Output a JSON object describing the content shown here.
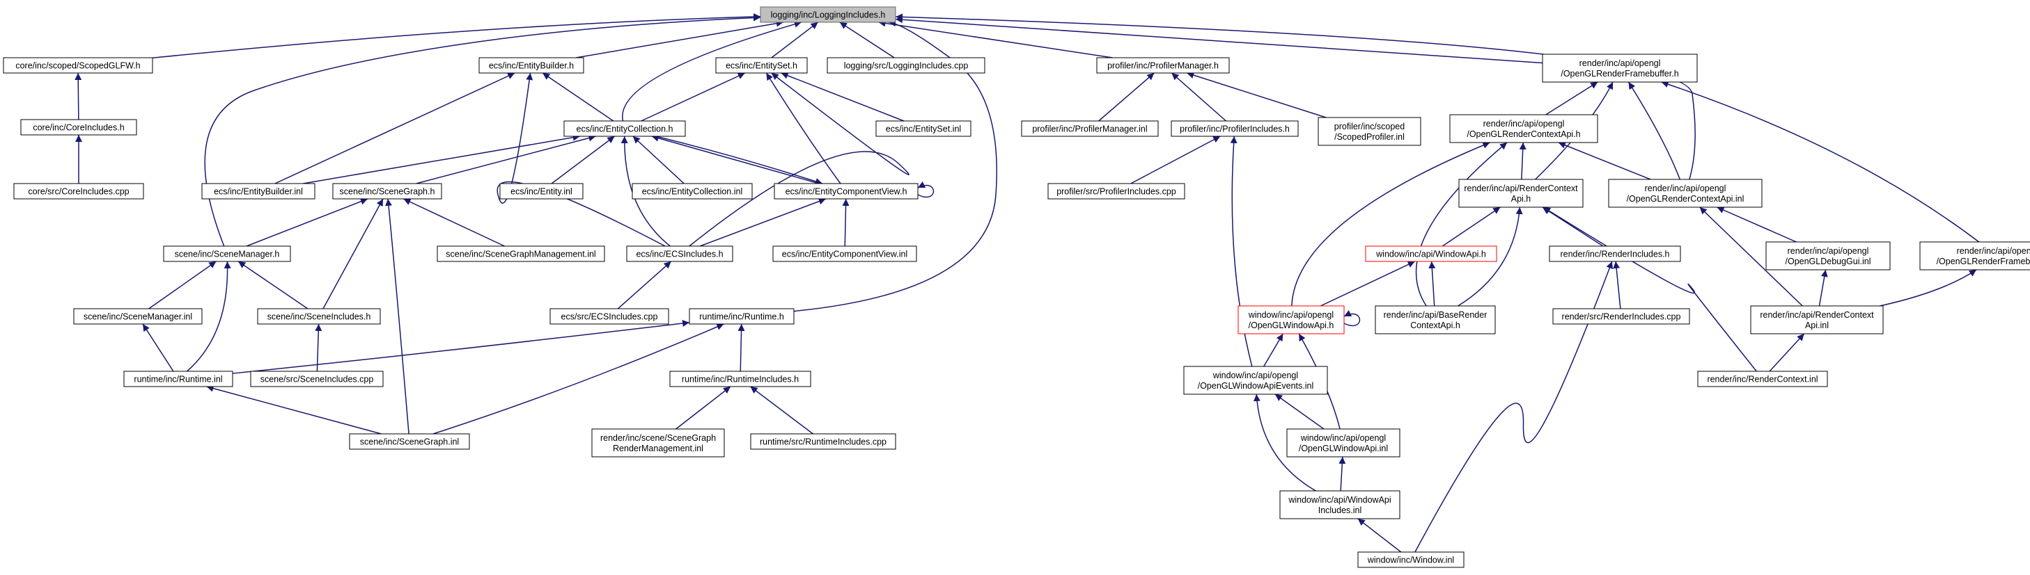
{
  "colors": {
    "edge": "#191970",
    "root_fill": "#bfbfbf",
    "highlight_border": "#ff0000",
    "node_border": "#000000"
  },
  "nodes": [
    {
      "id": "root",
      "lines": [
        "logging/inc/LoggingIncludes.h"
      ],
      "style": "root"
    },
    {
      "id": "scopedglfw",
      "lines": [
        "core/inc/scoped/ScopedGLFW.h"
      ]
    },
    {
      "id": "coreincludes",
      "lines": [
        "core/inc/CoreIncludes.h"
      ]
    },
    {
      "id": "corecpp",
      "lines": [
        "core/src/CoreIncludes.cpp"
      ]
    },
    {
      "id": "entitybuilder_h",
      "lines": [
        "ecs/inc/EntityBuilder.h"
      ]
    },
    {
      "id": "entityset_h",
      "lines": [
        "ecs/inc/EntitySet.h"
      ]
    },
    {
      "id": "loggingcpp",
      "lines": [
        "logging/src/LoggingIncludes.cpp"
      ]
    },
    {
      "id": "profilermanager_h",
      "lines": [
        "profiler/inc/ProfilerManager.h"
      ]
    },
    {
      "id": "framebuffer_h",
      "lines": [
        "render/inc/api/opengl",
        "/OpenGLRenderFramebuffer.h"
      ]
    },
    {
      "id": "entitycollection_h",
      "lines": [
        "ecs/inc/EntityCollection.h"
      ]
    },
    {
      "id": "entityset_inl",
      "lines": [
        "ecs/inc/EntitySet.inl"
      ]
    },
    {
      "id": "profilermanager_inl",
      "lines": [
        "profiler/inc/ProfilerManager.inl"
      ]
    },
    {
      "id": "profilerincludes_h",
      "lines": [
        "profiler/inc/ProfilerIncludes.h"
      ]
    },
    {
      "id": "scopedprofiler",
      "lines": [
        "profiler/inc/scoped",
        "/ScopedProfiler.inl"
      ]
    },
    {
      "id": "glrenderctx_h",
      "lines": [
        "render/inc/api/opengl",
        "/OpenGLRenderContextApi.h"
      ]
    },
    {
      "id": "entitybuilder_inl",
      "lines": [
        "ecs/inc/EntityBuilder.inl"
      ]
    },
    {
      "id": "scenegraph_h",
      "lines": [
        "scene/inc/SceneGraph.h"
      ]
    },
    {
      "id": "entity_inl",
      "lines": [
        "ecs/inc/Entity.inl"
      ]
    },
    {
      "id": "entitycollection_inl",
      "lines": [
        "ecs/inc/EntityCollection.inl"
      ]
    },
    {
      "id": "entitycomponentview_h",
      "lines": [
        "ecs/inc/EntityComponentView.h"
      ]
    },
    {
      "id": "profilerincludes_cpp",
      "lines": [
        "profiler/src/ProfilerIncludes.cpp"
      ]
    },
    {
      "id": "renderctxapi_h",
      "lines": [
        "render/inc/api/RenderContext",
        "Api.h"
      ]
    },
    {
      "id": "glrenderctx_inl",
      "lines": [
        "render/inc/api/opengl",
        "/OpenGLRenderContextApi.inl"
      ]
    },
    {
      "id": "scenemanager_h",
      "lines": [
        "scene/inc/SceneManager.h"
      ]
    },
    {
      "id": "scenegraphmgmt_inl",
      "lines": [
        "scene/inc/SceneGraphManagement.inl"
      ]
    },
    {
      "id": "ecsincludes_h",
      "lines": [
        "ecs/inc/ECSIncludes.h"
      ]
    },
    {
      "id": "entitycomponentview_inl",
      "lines": [
        "ecs/inc/EntityComponentView.inl"
      ]
    },
    {
      "id": "windowapi_h",
      "lines": [
        "window/inc/api/WindowApi.h"
      ],
      "style": "red"
    },
    {
      "id": "renderincludes_h",
      "lines": [
        "render/inc/RenderIncludes.h"
      ]
    },
    {
      "id": "gldebuggui_inl",
      "lines": [
        "render/inc/api/opengl",
        "/OpenGLDebugGui.inl"
      ]
    },
    {
      "id": "framebuffer_inl",
      "lines": [
        "render/inc/api/opengl",
        "/OpenGLRenderFramebuffer.inl"
      ]
    },
    {
      "id": "scenemanager_inl",
      "lines": [
        "scene/inc/SceneManager.inl"
      ]
    },
    {
      "id": "sceneincludes_h",
      "lines": [
        "scene/inc/SceneIncludes.h"
      ]
    },
    {
      "id": "ecscpp",
      "lines": [
        "ecs/src/ECSIncludes.cpp"
      ]
    },
    {
      "id": "runtime_h",
      "lines": [
        "runtime/inc/Runtime.h"
      ]
    },
    {
      "id": "glwindowapi_h",
      "lines": [
        "window/inc/api/opengl",
        "/OpenGLWindowApi.h"
      ],
      "style": "red"
    },
    {
      "id": "baserenderctx_h",
      "lines": [
        "render/inc/api/BaseRender",
        "ContextApi.h"
      ]
    },
    {
      "id": "renderincludes_cpp",
      "lines": [
        "render/src/RenderIncludes.cpp"
      ]
    },
    {
      "id": "renderctxapi_inl",
      "lines": [
        "render/inc/api/RenderContext",
        "Api.inl"
      ]
    },
    {
      "id": "runtime_inl",
      "lines": [
        "runtime/inc/Runtime.inl"
      ]
    },
    {
      "id": "sceneincludes_cpp",
      "lines": [
        "scene/src/SceneIncludes.cpp"
      ]
    },
    {
      "id": "runtimeincludes_h",
      "lines": [
        "runtime/inc/RuntimeIncludes.h"
      ]
    },
    {
      "id": "glwindowapievents_inl",
      "lines": [
        "window/inc/api/opengl",
        "/OpenGLWindowApiEvents.inl"
      ]
    },
    {
      "id": "renderctx_inl",
      "lines": [
        "render/inc/RenderContext.inl"
      ]
    },
    {
      "id": "scenegraph_inl",
      "lines": [
        "scene/inc/SceneGraph.inl"
      ]
    },
    {
      "id": "scenegraphrender_inl",
      "lines": [
        "render/inc/scene/SceneGraph",
        "RenderManagement.inl"
      ]
    },
    {
      "id": "runtimeincludes_cpp",
      "lines": [
        "runtime/src/RuntimeIncludes.cpp"
      ]
    },
    {
      "id": "glwindowapi_inl",
      "lines": [
        "window/inc/api/opengl",
        "/OpenGLWindowApi.inl"
      ]
    },
    {
      "id": "windowapiincludes_inl",
      "lines": [
        "window/inc/api/WindowApi",
        "Includes.inl"
      ]
    },
    {
      "id": "window_inl",
      "lines": [
        "window/inc/Window.inl"
      ]
    }
  ],
  "edges": [
    [
      "scopedglfw",
      "root"
    ],
    [
      "entitybuilder_h",
      "root"
    ],
    [
      "entityset_h",
      "root"
    ],
    [
      "loggingcpp",
      "root"
    ],
    [
      "profilermanager_h",
      "root"
    ],
    [
      "framebuffer_h",
      "root"
    ],
    [
      "entitycollection_h",
      "root"
    ],
    [
      "scenemanager_h",
      "root"
    ],
    [
      "runtime_h",
      "root"
    ],
    [
      "glrenderctx_inl",
      "root"
    ],
    [
      "coreincludes",
      "scopedglfw"
    ],
    [
      "corecpp",
      "coreincludes"
    ],
    [
      "entitycollection_h",
      "entitybuilder_h"
    ],
    [
      "entitybuilder_inl",
      "entitybuilder_h"
    ],
    [
      "ecsincludes_h",
      "entitybuilder_h"
    ],
    [
      "entitycollection_h",
      "entityset_h"
    ],
    [
      "entityset_inl",
      "entityset_h"
    ],
    [
      "entitycomponentview_h",
      "entityset_h"
    ],
    [
      "ecsincludes_h",
      "entityset_h"
    ],
    [
      "entitybuilder_inl",
      "entitycollection_h"
    ],
    [
      "scenegraph_h",
      "entitycollection_h"
    ],
    [
      "entity_inl",
      "entitycollection_h"
    ],
    [
      "entitycollection_inl",
      "entitycollection_h"
    ],
    [
      "entitycomponentview_h",
      "entitycollection_h"
    ],
    [
      "ecsincludes_h",
      "entitycollection_h"
    ],
    [
      "entitycollection_h",
      "entitycomponentview_h"
    ],
    [
      "ecsincludes_h",
      "entitycomponentview_h"
    ],
    [
      "entitycomponentview_inl",
      "entitycomponentview_h"
    ],
    [
      "scenemanager_h",
      "scenegraph_h"
    ],
    [
      "scenegraphmgmt_inl",
      "scenegraph_h"
    ],
    [
      "sceneincludes_h",
      "scenegraph_h"
    ],
    [
      "scenegraph_inl",
      "scenegraph_h"
    ],
    [
      "scenemanager_inl",
      "scenemanager_h"
    ],
    [
      "sceneincludes_h",
      "scenemanager_h"
    ],
    [
      "runtime_inl",
      "scenemanager_h"
    ],
    [
      "runtime_inl",
      "scenemanager_inl"
    ],
    [
      "sceneincludes_cpp",
      "sceneincludes_h"
    ],
    [
      "ecscpp",
      "ecsincludes_h"
    ],
    [
      "runtime_inl",
      "runtime_h"
    ],
    [
      "runtimeincludes_h",
      "runtime_h"
    ],
    [
      "scenegraph_inl",
      "runtime_h"
    ],
    [
      "scenegraph_inl",
      "runtime_inl"
    ],
    [
      "scenegraphrender_inl",
      "runtimeincludes_h"
    ],
    [
      "runtimeincludes_cpp",
      "runtimeincludes_h"
    ],
    [
      "profilermanager_inl",
      "profilermanager_h"
    ],
    [
      "profilerincludes_h",
      "profilermanager_h"
    ],
    [
      "scopedprofiler",
      "profilermanager_h"
    ],
    [
      "profilerincludes_cpp",
      "profilerincludes_h"
    ],
    [
      "glwindowapievents_inl",
      "profilerincludes_h"
    ],
    [
      "glrenderctx_h",
      "framebuffer_h"
    ],
    [
      "renderctxapi_h",
      "framebuffer_h"
    ],
    [
      "glrenderctx_inl",
      "framebuffer_h"
    ],
    [
      "framebuffer_inl",
      "framebuffer_h"
    ],
    [
      "renderctxapi_h",
      "glrenderctx_h"
    ],
    [
      "glrenderctx_inl",
      "glrenderctx_h"
    ],
    [
      "glwindowapi_h",
      "glrenderctx_h"
    ],
    [
      "baserenderctx_h",
      "glrenderctx_h"
    ],
    [
      "windowapi_h",
      "renderctxapi_h"
    ],
    [
      "renderincludes_h",
      "renderctxapi_h"
    ],
    [
      "baserenderctx_h",
      "renderctxapi_h"
    ],
    [
      "renderctx_inl",
      "renderctxapi_h"
    ],
    [
      "renderctxapi_inl",
      "glrenderctx_inl"
    ],
    [
      "gldebuggui_inl",
      "glrenderctx_inl"
    ],
    [
      "glwindowapi_h",
      "windowapi_h"
    ],
    [
      "baserenderctx_h",
      "windowapi_h"
    ],
    [
      "renderincludes_cpp",
      "renderincludes_h"
    ],
    [
      "window_inl",
      "renderincludes_h"
    ],
    [
      "renderctxapi_inl",
      "gldebuggui_inl"
    ],
    [
      "renderctxapi_inl",
      "framebuffer_inl"
    ],
    [
      "renderctx_inl",
      "renderctxapi_inl"
    ],
    [
      "glwindowapievents_inl",
      "glwindowapi_h"
    ],
    [
      "glwindowapi_inl",
      "glwindowapi_h"
    ],
    [
      "glwindowapi_inl",
      "glwindowapievents_inl"
    ],
    [
      "windowapiincludes_inl",
      "glwindowapievents_inl"
    ],
    [
      "windowapiincludes_inl",
      "glwindowapi_inl"
    ],
    [
      "window_inl",
      "windowapiincludes_inl"
    ]
  ]
}
